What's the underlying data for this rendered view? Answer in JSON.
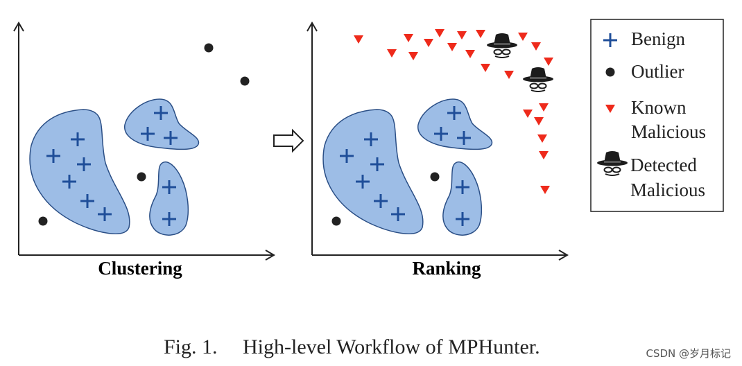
{
  "panels": {
    "left_title": "Clustering",
    "right_title": "Ranking"
  },
  "legend": {
    "benign": "Benign",
    "outlier": "Outlier",
    "known_line1": "Known",
    "known_line2": "Malicious",
    "detected_line1": "Detected",
    "detected_line2": "Malicious"
  },
  "caption": {
    "label": "Fig. 1.",
    "text": "High-level Workflow of MPHunter."
  },
  "watermark": "CSDN @岁月标记",
  "colors": {
    "cluster_fill": "#9dbde6",
    "cluster_stroke": "#2b4f86",
    "benign": "#1f4e99",
    "outlier": "#222222",
    "known_malicious": "#ee2a1b",
    "detected_malicious": "#1c1c1c"
  },
  "icons": {
    "benign": "plus-icon",
    "outlier": "dot-icon",
    "known_malicious": "triangle-down-icon",
    "detected_malicious": "spy-hat-icon",
    "transition": "hollow-arrow-right-icon"
  }
}
